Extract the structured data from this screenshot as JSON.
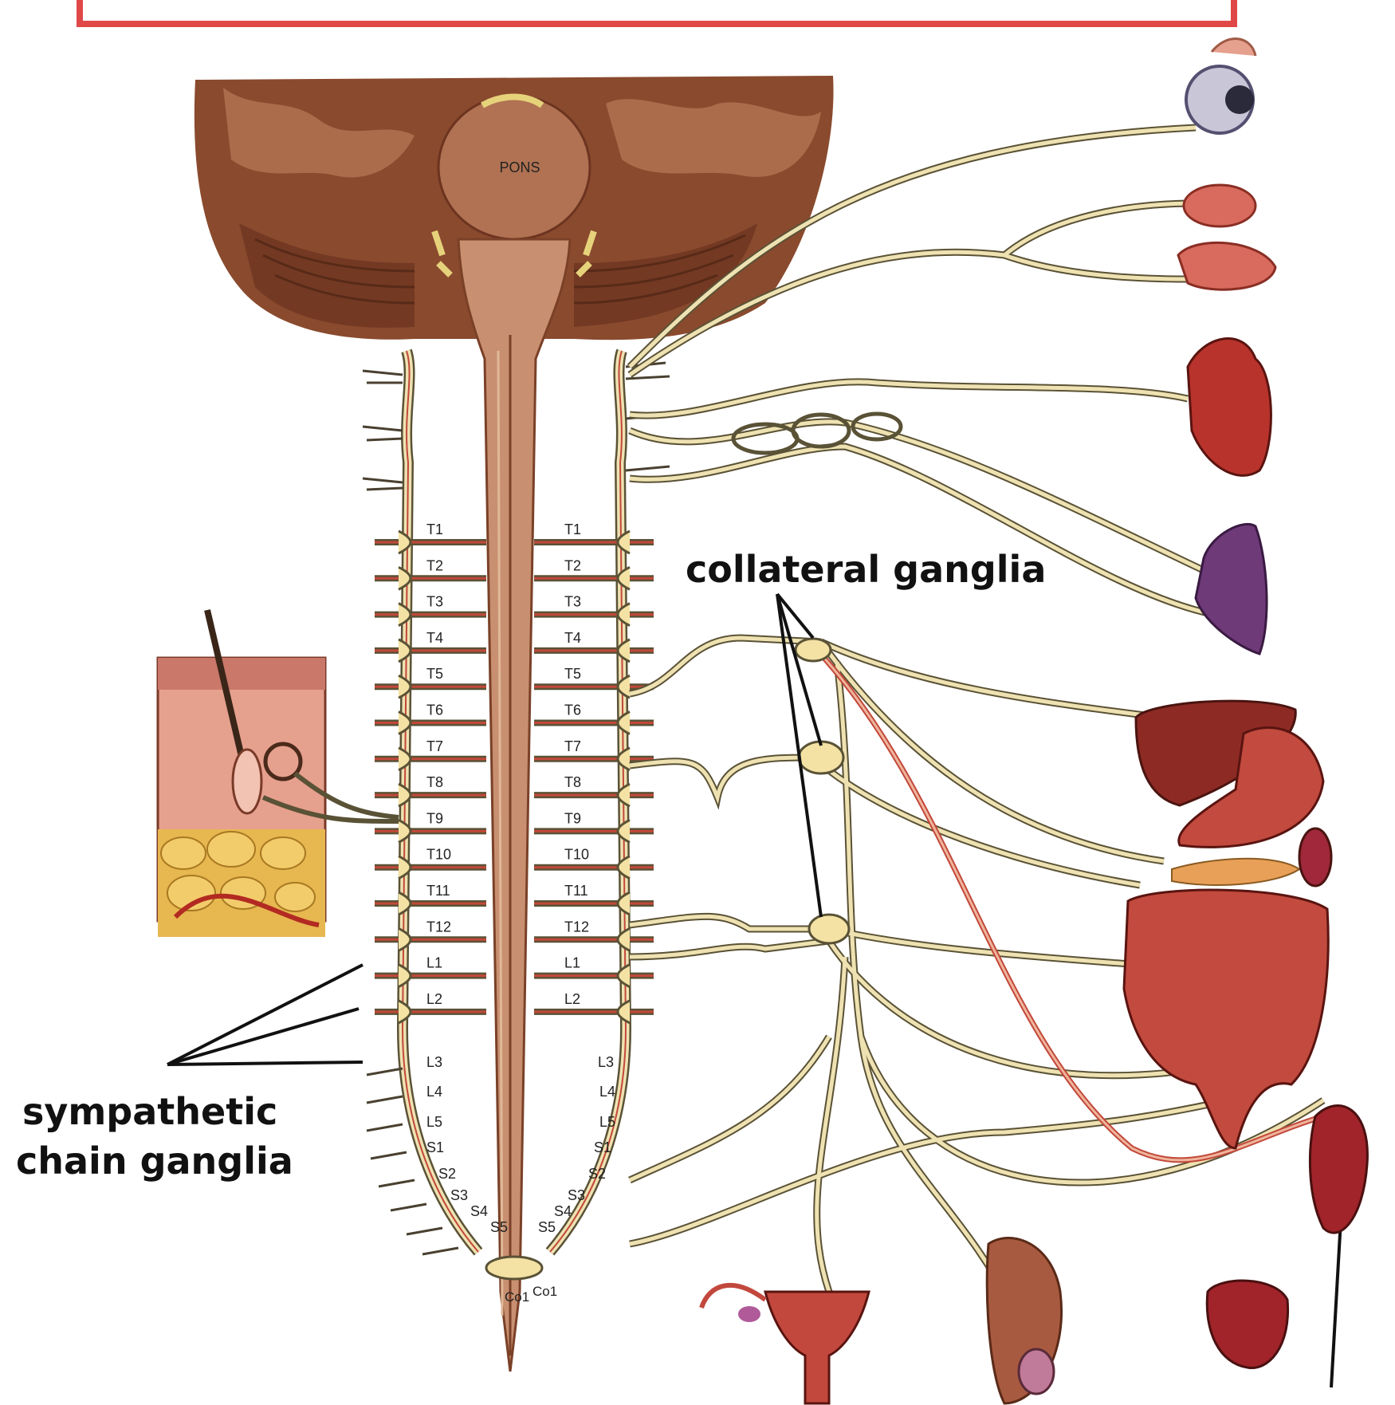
{
  "colors": {
    "frame_red": "#e04848",
    "brain": "#8a4a2e",
    "brain_light": "#b97a58",
    "cord": "#c89070",
    "nerve_fiber": "#5a5236",
    "nerve_fill": "#efe2b2",
    "red_fiber": "#c2483a",
    "organ_red": "#b8332c",
    "ganglion": "#f3e2a4"
  },
  "labels": {
    "pons": "PONS",
    "collateral": "collateral ganglia",
    "sympathetic_line1": "sympathetic",
    "sympathetic_line2": "chain ganglia"
  },
  "segments": {
    "thoracic_lumbar": [
      "T1",
      "T2",
      "T3",
      "T4",
      "T5",
      "T6",
      "T7",
      "T8",
      "T9",
      "T10",
      "T11",
      "T12",
      "L1",
      "L2"
    ],
    "lower": [
      "L3",
      "L4",
      "L5",
      "S1",
      "S2",
      "S3",
      "S4",
      "S5"
    ],
    "coccygeal": [
      "Co1"
    ]
  },
  "icons": [
    "eye-icon",
    "lacrimal-gland-icon",
    "salivary-gland-icon",
    "heart-icon",
    "lung-icon",
    "liver-icon",
    "stomach-icon",
    "pancreas-icon",
    "spleen-icon",
    "intestine-icon",
    "kidney-icon",
    "bladder-icon",
    "uterus-icon",
    "testis-icon",
    "skin-section-icon",
    "brain-icon",
    "spinal-cord-icon"
  ]
}
